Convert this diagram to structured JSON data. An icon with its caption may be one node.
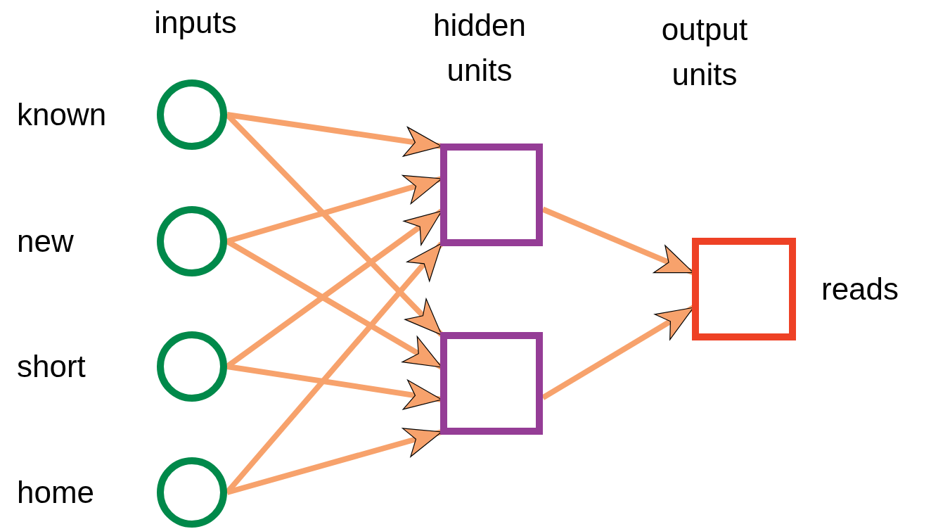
{
  "diagram": {
    "nodes": [
      {
        "text": [
          "known"
        ]
      },
      {
        "text": [
          "new"
        ]
      },
      {
        "text": [
          "short"
        ]
      },
      {
        "text": [
          "home"
        ]
      },
      {
        "text": [],
        "shape": "box"
      },
      {
        "text": [],
        "shape": "box"
      },
      {
        "text": [
          "reads"
        ]
      }
    ],
    "edges": [
      {
        "from": 0,
        "to": 4,
        "arrow": "to"
      },
      {
        "from": 0,
        "to": 5,
        "arrow": "to"
      },
      {
        "from": 1,
        "to": 4,
        "arrow": "to"
      },
      {
        "from": 1,
        "to": 5,
        "arrow": "to"
      },
      {
        "from": 2,
        "to": 4,
        "arrow": "to"
      },
      {
        "from": 2,
        "to": 5,
        "arrow": "to"
      },
      {
        "from": 3,
        "to": 4,
        "arrow": "to"
      },
      {
        "from": 3,
        "to": 5,
        "arrow": "to"
      },
      {
        "from": 4,
        "to": 6,
        "arrow": "to"
      },
      {
        "from": 5,
        "to": 6,
        "arrow": "to"
      }
    ],
    "labels": [
      "inputs",
      "hidden units",
      "output units"
    ]
  }
}
